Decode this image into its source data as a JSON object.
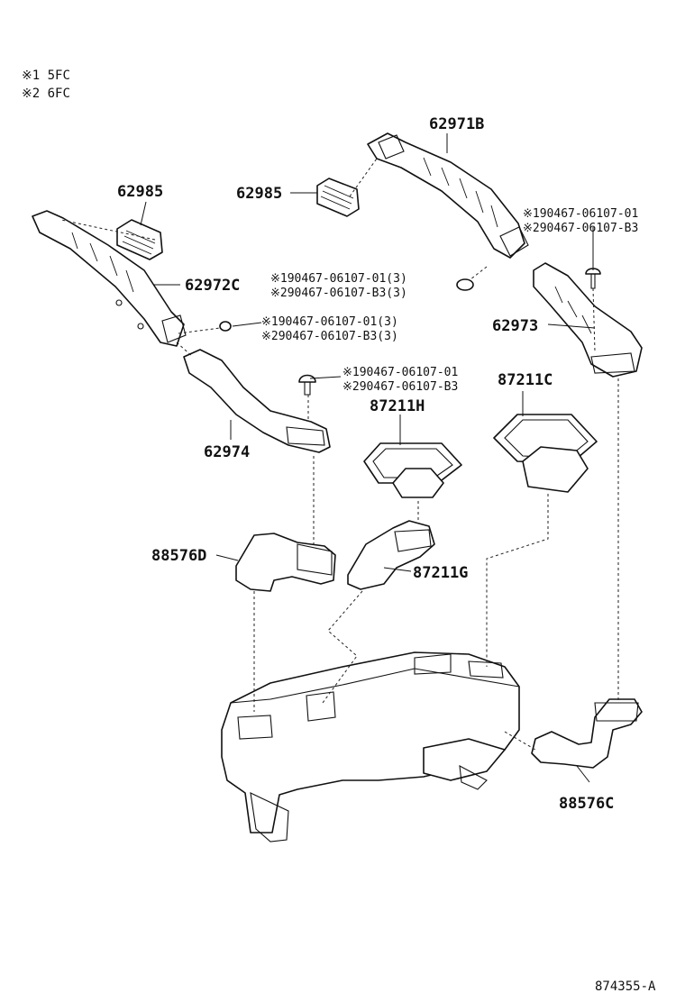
{
  "legend": {
    "mark1": "※1 5FC",
    "mark2": "※2 6FC"
  },
  "labels": {
    "p62971B": "62971B",
    "p62985_top": "62985",
    "p62985_left": "62985",
    "p62972C": "62972C",
    "p62973": "62973",
    "p62974": "62974",
    "p87211H": "87211H",
    "p87211C": "87211C",
    "p87211G": "87211G",
    "p88576D": "88576D",
    "p88576C": "88576C"
  },
  "screws": {
    "a1": "※190467-06107-01",
    "a2": "※290467-06107-B3",
    "b1": "※190467-06107-01(3)",
    "b2": "※290467-06107-B3(3)",
    "c1": "※190467-06107-01(3)",
    "c2": "※290467-06107-B3(3)",
    "d1": "※190467-06107-01",
    "d2": "※290467-06107-B3"
  },
  "footer": {
    "code": "874355-A"
  }
}
